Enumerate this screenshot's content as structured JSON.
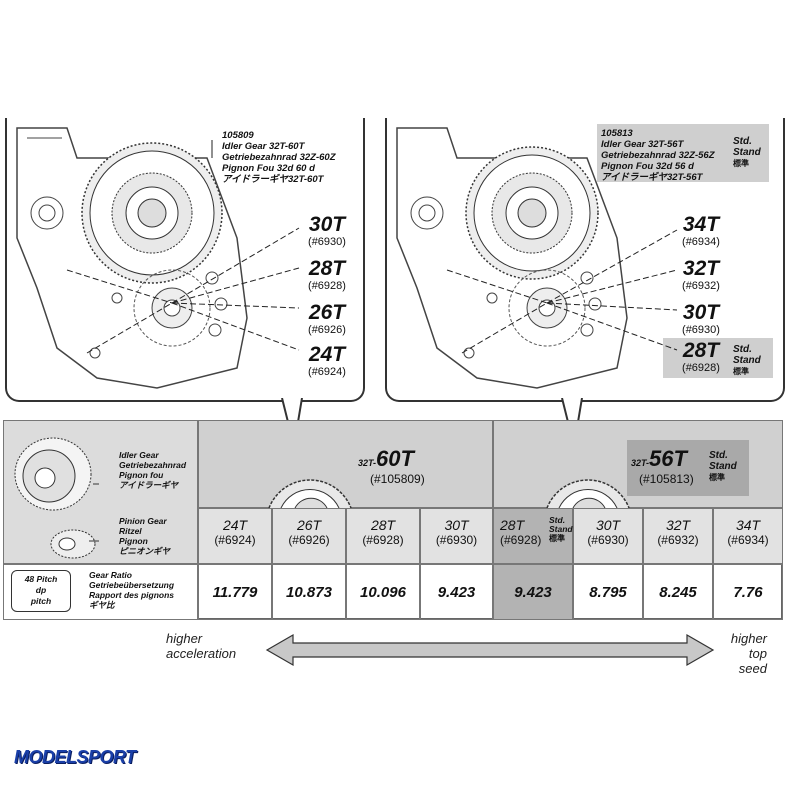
{
  "left_panel": {
    "part_no": "105809",
    "names": [
      "Idler Gear 32T-60T",
      "Getriebezahnrad 32Z-60Z",
      "Pignon Fou 32d 60 d",
      "アイドラーギヤ32T-60T"
    ],
    "pinions": [
      {
        "teeth": "30T",
        "code": "(#6930)"
      },
      {
        "teeth": "28T",
        "code": "(#6928)"
      },
      {
        "teeth": "26T",
        "code": "(#6926)"
      },
      {
        "teeth": "24T",
        "code": "(#6924)"
      }
    ]
  },
  "right_panel": {
    "part_no": "105813",
    "names": [
      "Idler Gear 32T-56T",
      "Getriebezahnrad 32Z-56Z",
      "Pignon Fou 32d 56 d",
      "アイドラーギヤ32T-56T"
    ],
    "std_note": [
      "Std.",
      "Stand",
      "標準"
    ],
    "pinions": [
      {
        "teeth": "34T",
        "code": "(#6934)"
      },
      {
        "teeth": "32T",
        "code": "(#6932)"
      },
      {
        "teeth": "30T",
        "code": "(#6930)"
      },
      {
        "teeth": "28T",
        "code": "(#6928)"
      }
    ],
    "pinion_std_note": [
      "Std.",
      "Stand",
      "標準"
    ]
  },
  "table": {
    "idler_label": [
      "Idler Gear",
      "Getriebezahnrad",
      "Pignon fou",
      "アイドラーギヤ"
    ],
    "pinion_label": [
      "Pinion Gear",
      "Ritzel",
      "Pignon",
      "ピニオンギヤ"
    ],
    "pitch_badge": [
      "48 Pitch",
      "dp",
      "pitch"
    ],
    "ratio_label": [
      "Gear Ratio",
      "Getriebeübersetzung",
      "Rapport des pignons",
      "ギヤ比"
    ],
    "idler_60": {
      "prefix": "32T-",
      "main": "60T",
      "code": "(#105809)"
    },
    "idler_56": {
      "prefix": "32T-",
      "main": "56T",
      "code": "(#105813)",
      "std": [
        "Std.",
        "Stand",
        "標準"
      ]
    },
    "columns": [
      {
        "teeth": "24T",
        "code": "(#6924)",
        "ratio": "11.779"
      },
      {
        "teeth": "26T",
        "code": "(#6926)",
        "ratio": "10.873"
      },
      {
        "teeth": "28T",
        "code": "(#6928)",
        "ratio": "10.096"
      },
      {
        "teeth": "30T",
        "code": "(#6930)",
        "ratio": "9.423"
      },
      {
        "teeth": "28T",
        "code": "(#6928)",
        "ratio": "9.423"
      },
      {
        "teeth": "30T",
        "code": "(#6930)",
        "ratio": "8.795"
      },
      {
        "teeth": "32T",
        "code": "(#6932)",
        "ratio": "8.245"
      },
      {
        "teeth": "34T",
        "code": "(#6934)",
        "ratio": "7.76"
      }
    ],
    "std_column_note": [
      "Std.",
      "Stand",
      "標準"
    ]
  },
  "arrow": {
    "left_text": [
      "higher",
      "acceleration"
    ],
    "right_text": [
      "higher",
      "top seed"
    ]
  },
  "logo": "MODELSPORT",
  "colors": {
    "highlight": "#b3b3b3",
    "header_gray": "#d4d4d4",
    "logo_blue": "#1a3fa8"
  }
}
